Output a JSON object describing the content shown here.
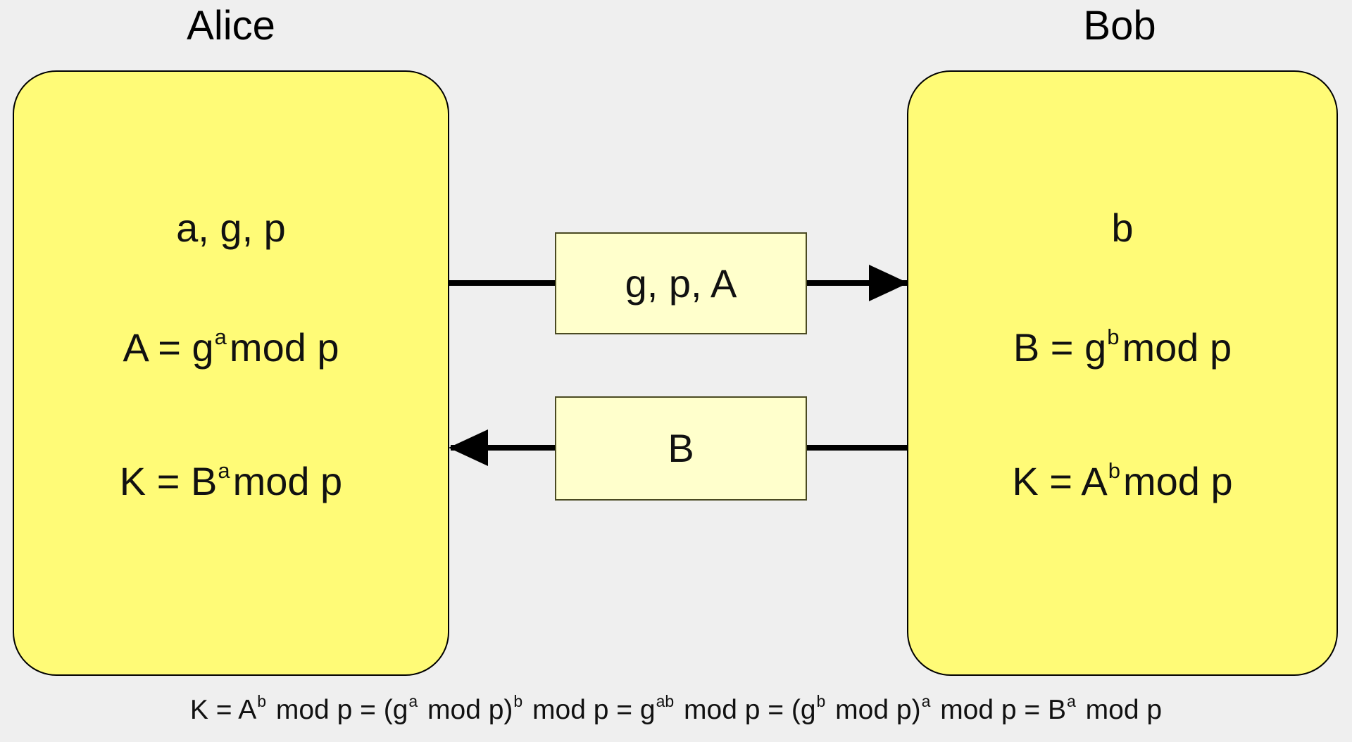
{
  "diagram": {
    "title_alice": "Alice",
    "title_bob": "Bob",
    "background_color": "#EFEFEF",
    "party_fill_color": "#FFFB77",
    "message_fill_color": "#FFFFCC",
    "stroke_color": "#000000"
  },
  "alice": {
    "label": "Alice",
    "secret_line": "a, g, p",
    "public_expr": {
      "prefix": "A = g",
      "exponent": "a",
      "suffix": "mod p",
      "full": "A = g^a mod p"
    },
    "key_expr": {
      "prefix": "K = B",
      "exponent": "a",
      "suffix": "mod p",
      "full": "K = B^a mod p"
    }
  },
  "bob": {
    "label": "Bob",
    "secret_line": "b",
    "public_expr": {
      "prefix": "B = g",
      "exponent": "b",
      "suffix": "mod p",
      "full": "B = g^b mod p"
    },
    "key_expr": {
      "prefix": "K = A",
      "exponent": "b",
      "suffix": "mod p",
      "full": "K = A^b mod p"
    }
  },
  "messages": [
    {
      "label": "g, p, A",
      "direction": "alice-to-bob",
      "arrow_icon": "arrow-right-icon"
    },
    {
      "label": "B",
      "direction": "bob-to-alice",
      "arrow_icon": "arrow-left-icon"
    }
  ],
  "derivation": {
    "full": "K = A^b mod p = (g^a mod p)^b mod p = g^ab mod p = (g^b mod p)^a mod p = B^a mod p",
    "parts": [
      {
        "text": "K = A",
        "sup": "b"
      },
      {
        "text": "mod p = (g",
        "sup": "a"
      },
      {
        "text": "mod p)",
        "sup": "b"
      },
      {
        "text": "mod p = g",
        "sup": "ab"
      },
      {
        "text": "mod p = (g",
        "sup": "b"
      },
      {
        "text": "mod p)",
        "sup": "a"
      },
      {
        "text": "mod p = B",
        "sup": "a"
      },
      {
        "text": "mod p",
        "sup": ""
      }
    ]
  }
}
